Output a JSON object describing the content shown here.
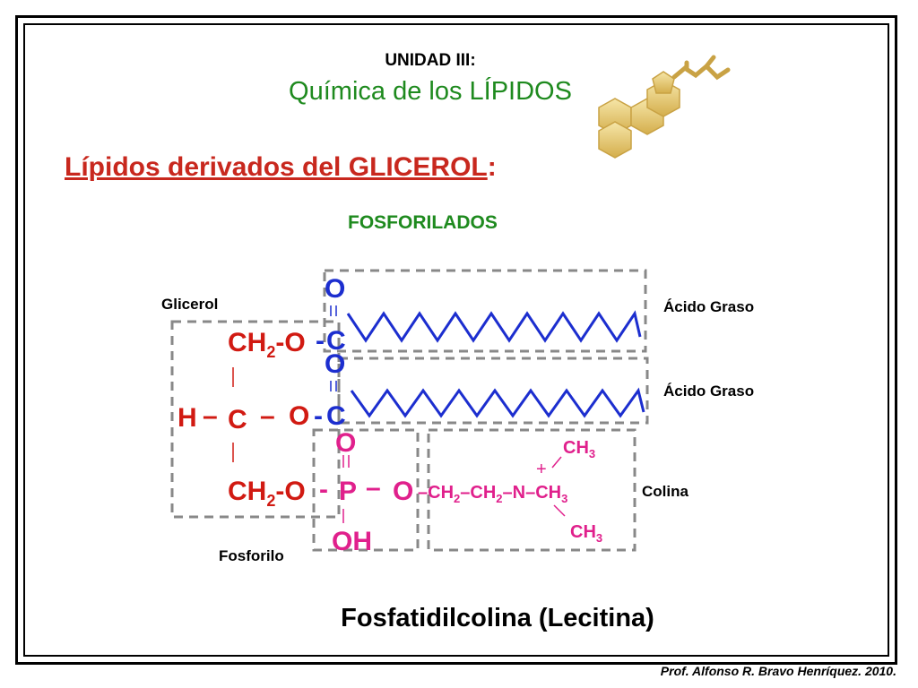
{
  "header": {
    "unit": "UNIDAD III:",
    "subject": "Química de los LÍPIDOS"
  },
  "title": {
    "main": "Lípidos derivados del GLICEROL",
    "colon": ":"
  },
  "section": "FOSFORILADOS",
  "labels": {
    "glicerol": "Glicerol",
    "acido_graso_1": "Ácido Graso",
    "acido_graso_2": "Ácido Graso",
    "colina": "Colina",
    "fosforilo": "Fosforilo"
  },
  "formula": {
    "o_top1": "O",
    "c1": "C",
    "o_top2": "O",
    "c2": "C",
    "ch2_o_1": "CH",
    "ch2_o_1_sub": "2",
    "ch2_o_1_tail": "-O",
    "dash1": "-",
    "h": "H",
    "dash_h": "–",
    "c_center": "C",
    "dash_c": "–",
    "o_mid": "O",
    "dash2": "-",
    "ch2_o_3": "CH",
    "ch2_o_3_sub": "2",
    "ch2_o_3_tail": "-O",
    "dash3": "-",
    "o_phos": "O",
    "p": "P",
    "dash_p": "–",
    "o_ester": "O",
    "oh": "OH",
    "chain_ch2a": "CH",
    "chain_ch2a_sub": "2",
    "chain_ch2b": "CH",
    "chain_ch2b_sub": "2",
    "chain_n": "N",
    "chain_ch3": "CH",
    "chain_ch3_sub": "3",
    "plus": "+",
    "ch3_top": "CH",
    "ch3_top_sub": "3",
    "ch3_bottom": "CH",
    "ch3_bottom_sub": "3"
  },
  "caption": "Fosfatidilcolina (Lecitina)",
  "footer": "Prof. Alfonso R. Bravo Henríquez. 2010.",
  "colors": {
    "green": "#1e8a1e",
    "red": "#c8281e",
    "blue": "#1c2ecf",
    "magenta": "#e0208c",
    "steroid": "#e8c860"
  },
  "icons": [
    "steroid-molecule-icon"
  ]
}
